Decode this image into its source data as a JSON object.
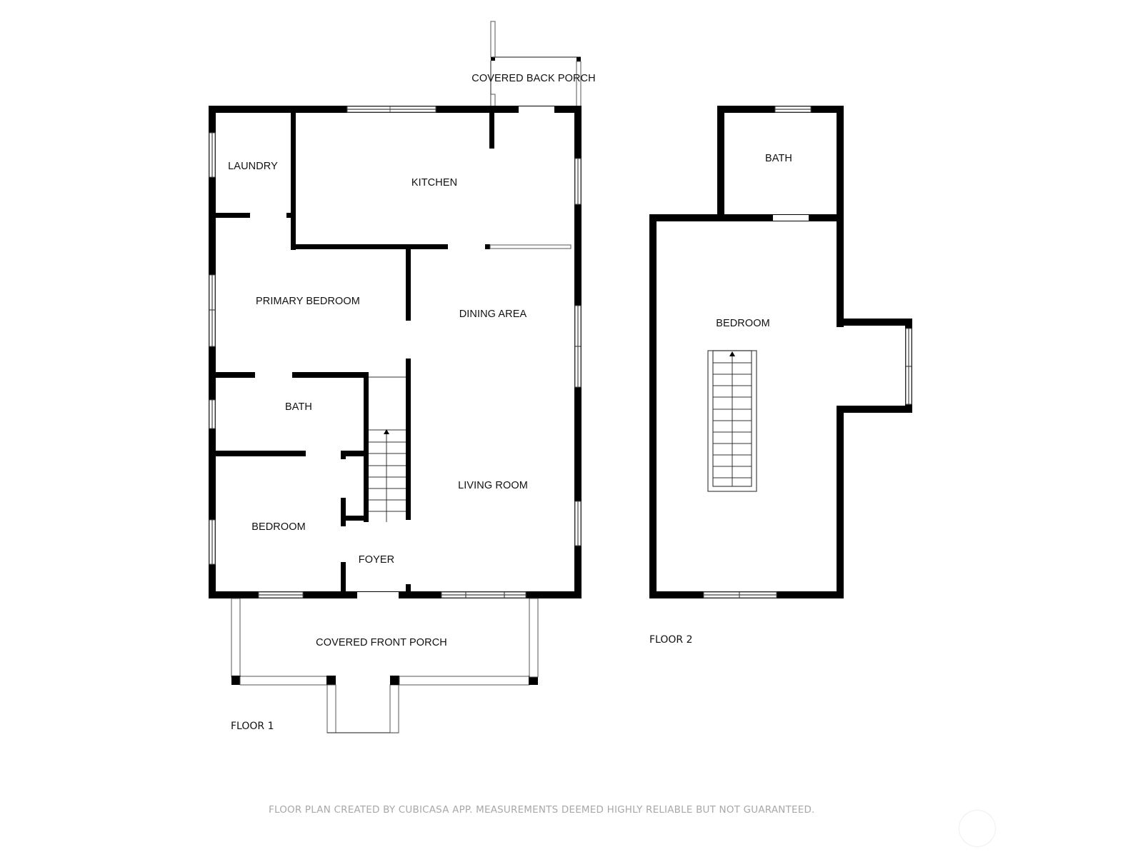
{
  "floor_plan": {
    "floors": [
      {
        "label": "FLOOR 1",
        "rooms": {
          "covered_back_porch": "COVERED BACK PORCH",
          "laundry": "LAUNDRY",
          "kitchen": "KITCHEN",
          "primary_bedroom": "PRIMARY BEDROOM",
          "dining_area": "DINING AREA",
          "bath": "BATH",
          "living_room": "LIVING ROOM",
          "bedroom": "BEDROOM",
          "foyer": "FOYER",
          "covered_front_porch": "COVERED FRONT PORCH"
        }
      },
      {
        "label": "FLOOR 2",
        "rooms": {
          "bath": "BATH",
          "bedroom": "BEDROOM"
        }
      }
    ],
    "footer": "FLOOR PLAN CREATED BY CUBICASA APP. MEASUREMENTS DEEMED HIGHLY RELIABLE BUT NOT GUARANTEED.",
    "colors": {
      "wall": "#000000",
      "background": "#ffffff",
      "footer_text": "#a8a8a8"
    }
  }
}
